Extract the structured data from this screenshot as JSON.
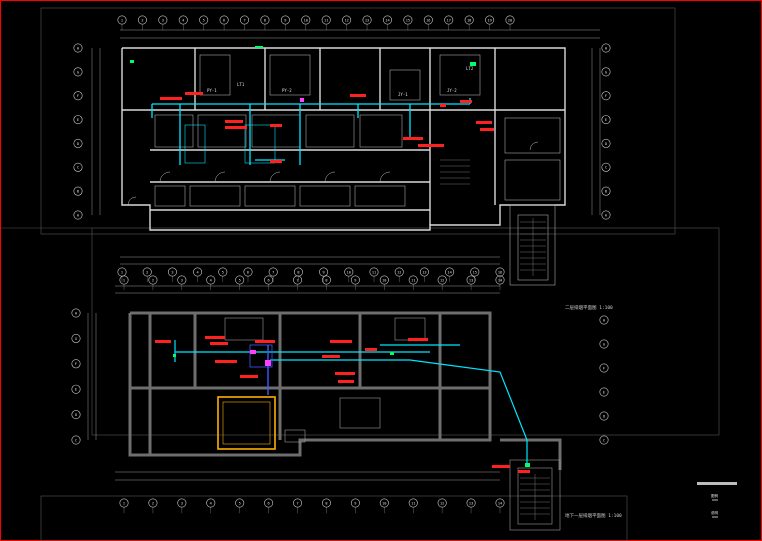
{
  "drawing": {
    "upper_plan": {
      "grid_top": [
        "1",
        "2",
        "3",
        "4",
        "5",
        "6",
        "7",
        "8",
        "9",
        "10",
        "11",
        "12",
        "13",
        "14",
        "15",
        "16",
        "17",
        "18",
        "19",
        "20"
      ],
      "grid_side": [
        "H",
        "G",
        "F",
        "E",
        "D",
        "C",
        "B",
        "A"
      ],
      "room_tags": [
        "PY-1",
        "PY-2",
        "JY-1",
        "JY-2",
        "LT1",
        "LT2"
      ]
    },
    "lower_plan": {
      "grid_top": [
        "1",
        "2",
        "3",
        "4",
        "5",
        "6",
        "7",
        "8",
        "9",
        "10",
        "11",
        "12",
        "13",
        "14"
      ],
      "grid_side": [
        "H",
        "G",
        "F",
        "E",
        "D",
        "C"
      ],
      "title": "二层排烟平面图 1:100",
      "title2": "地下一层排烟平面图 1:100"
    },
    "legend": {
      "row1": "图例",
      "row2": "说明"
    },
    "colors": {
      "background": "#000000",
      "wall": "#d9d9d9",
      "duct_cyan": "#00e5ff",
      "tag_red": "#ff2020",
      "frame_red": "#ff0000",
      "highlight_yellow": "#ffb000",
      "fitting_magenta": "#ff40ff",
      "accent_green": "#00ff66"
    }
  }
}
